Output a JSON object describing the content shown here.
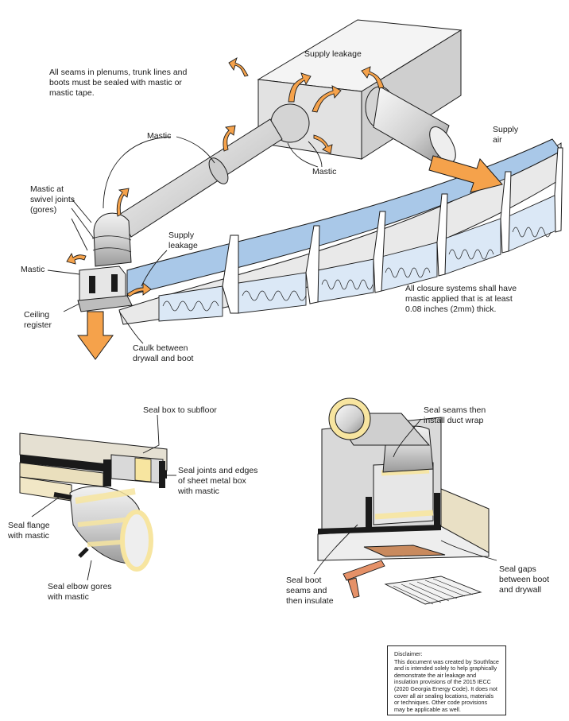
{
  "labels": {
    "seams_note": "All seams in plenums, trunk lines and\nboots must be sealed with mastic or\nmastic tape.",
    "supply_leakage_top": "Supply leakage",
    "mastic_upper": "Mastic",
    "supply_air": "Supply\nair",
    "mastic_center": "Mastic",
    "mastic_swivel": "Mastic at\nswivel joints\n(gores)",
    "supply_leakage_mid": "Supply\nleakage",
    "mastic_boot": "Mastic",
    "closure_note": "All closure systems shall have\nmastic applied that is at least\n0.08 inches (2mm) thick.",
    "ceiling_register": "Ceiling\nregister",
    "caulk_note": "Caulk between\ndrywall and boot",
    "seal_box": "Seal box to subfloor",
    "seal_joints": "Seal joints and edges\nof sheet metal box\nwith mastic",
    "seal_flange": "Seal flange\nwith mastic",
    "seal_elbow": "Seal elbow gores\nwith mastic",
    "seal_seams_wrap": "Seal seams then\ninstall duct wrap",
    "seal_gaps": "Seal gaps\nbetween boot\nand drywall",
    "seal_boot": "Seal boot\nseams and\nthen insulate"
  },
  "disclaimer": {
    "title": "Disclaimer:",
    "body": "This document was created by Southface and is intended solely to help graphically demonstrate the air leakage and insulation provisions of the 2015 IECC (2020 Georgia Energy Code).  It does not cover all air sealing locations, materials or techniques. Other code provisions may be applicable as well."
  },
  "colors": {
    "arrow": "#f5a24b",
    "insulation": "#a9c8e8",
    "mastic": "#f7e5a0",
    "duct": "#d8d8d8",
    "line": "#1a1a1a"
  }
}
